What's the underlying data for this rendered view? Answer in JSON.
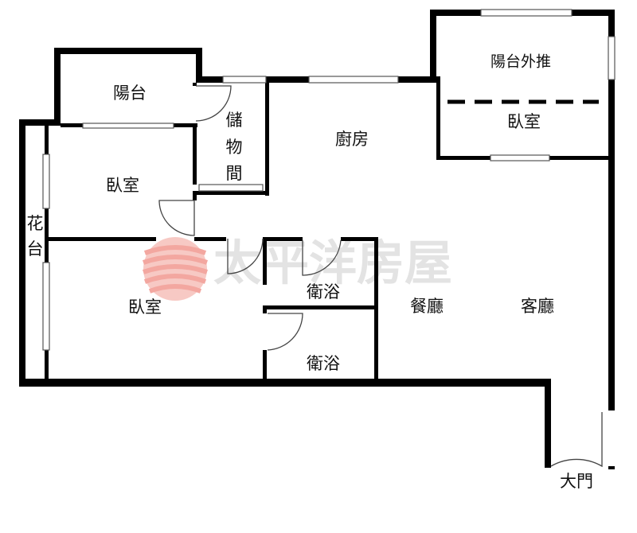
{
  "plan": {
    "rooms": {
      "balcony": "陽台",
      "storage_chars": [
        "儲",
        "物",
        "間"
      ],
      "kitchen": "廚房",
      "balcony_extension": "陽台外推",
      "bedroom_top_right": "臥室",
      "bedroom_mid_left": "臥室",
      "planter_chars": [
        "花",
        "台"
      ],
      "bedroom_bottom_left": "臥室",
      "bathroom_1": "衛浴",
      "bathroom_2": "衛浴",
      "dining_room": "餐廳",
      "living_room": "客廳",
      "main_door": "大門"
    },
    "watermark": {
      "text": "太平洋房屋",
      "logo_colors": [
        "#f3a7a0",
        "#f7c9c4"
      ]
    },
    "colors": {
      "wall": "#000000",
      "window_frame": "#555555",
      "background": "#ffffff"
    }
  }
}
